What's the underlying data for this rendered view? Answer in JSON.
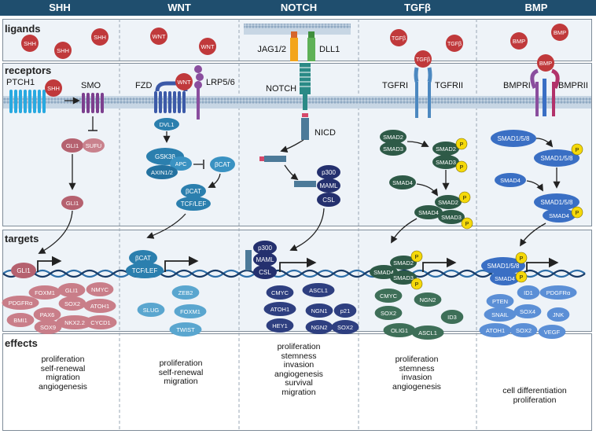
{
  "pathways": [
    "SHH",
    "WNT",
    "NOTCH",
    "TGFβ",
    "BMP"
  ],
  "sections": {
    "ligands": "ligands",
    "receptors": "receptors",
    "targets": "targets",
    "effects": "effects"
  },
  "ligands": {
    "shh": [
      "SHH",
      "SHH",
      "SHH"
    ],
    "wnt": [
      "WNT",
      "WNT"
    ],
    "notch": [
      "JAG1/2",
      "DLL1"
    ],
    "tgfb": [
      "TGFβ",
      "TGFβ"
    ],
    "bmp": [
      "BMP",
      "BMP"
    ]
  },
  "receptors": {
    "shh": {
      "ptch": "PTCH1",
      "ligand": "SHH",
      "smo": "SMO",
      "gli_a": "GLI1",
      "sufu": "SUFU",
      "gli_b": "GLI1"
    },
    "wnt": {
      "fzd": "FZD",
      "ligand": "WNT",
      "lrp": "LRP5/6",
      "dvl": "DVL1",
      "gsk": "GSK3β",
      "apc": "APC",
      "axin": "AXIN1/2",
      "bcat_free": "βCAT",
      "bcat": "βCAT",
      "tcf": "TCF/LEF"
    },
    "notch": {
      "notch": "NOTCH",
      "nicd": "NICD",
      "p300": "p300",
      "maml": "MAML",
      "csl": "CSL"
    },
    "tgfb": {
      "ligand": "TGFβ",
      "tgfri": "TGFRI",
      "tgfrii": "TGFRII",
      "smad2": "SMAD2",
      "smad3": "SMAD3",
      "smad2p": "SMAD2",
      "smad3p": "SMAD3",
      "smad4": "SMAD4",
      "c_smad4": "SMAD4",
      "c_smad2": "SMAD2",
      "c_smad3": "SMAD3",
      "p": "P"
    },
    "bmp": {
      "ligand": "BMP",
      "bmpri": "BMPRI",
      "bmprii": "BMPRII",
      "smad158": "SMAD1/5/8",
      "smad158p": "SMAD1/5/8",
      "smad4": "SMAD4",
      "c_smad158": "SMAD1/5/8",
      "c_smad4": "SMAD4",
      "p": "P"
    }
  },
  "targets": {
    "shh": {
      "tf": "GLI1",
      "genes": [
        "FOXM1",
        "GLI1",
        "NMYC",
        "PDGFRα",
        "SOX2",
        "PAX6",
        "ATOH1",
        "BMI1",
        "SOX9",
        "NKX2.2",
        "CYCD1"
      ]
    },
    "wnt": {
      "tf": [
        "βCAT",
        "TCF/LEF"
      ],
      "genes": [
        "ZEB2",
        "SLUG",
        "FOXM1",
        "TWIST"
      ]
    },
    "notch": {
      "tf": [
        "p300",
        "MAML",
        "CSL"
      ],
      "genes": [
        "CMYC",
        "ASCL1",
        "ATOH1",
        "NGN1",
        "p21",
        "HEY1",
        "NGN2",
        "SOX2"
      ]
    },
    "tgfb": {
      "tf": [
        "SMAD4",
        "SMAD2",
        "SMAD3"
      ],
      "genes": [
        "CMYC",
        "NGN2",
        "SOX2",
        "ID3",
        "OLIG1",
        "ASCL1"
      ]
    },
    "bmp": {
      "tf": [
        "SMAD1/5/8",
        "SMAD4"
      ],
      "genes": [
        "ID1",
        "PDGFRα",
        "PTEN",
        "SNAIL",
        "SOX4",
        "JNK",
        "ATOH1",
        "SOX2",
        "VEGF"
      ]
    }
  },
  "effects": {
    "shh": "proliferation\nself-renewal\nmigration\nangiogenesis",
    "wnt": "proliferation\nself-renewal\nmigration",
    "notch": "proliferation\nstemness\ninvasion\nangiogenesis\nsurvival\nmigration",
    "tgfb": "proliferation\nstemness\ninvasion\nangiogenesis",
    "bmp": "cell differentiation\nproliferation"
  },
  "colors": {
    "header": "#1f4e6e",
    "ligand_red": "#c0393b",
    "shh_pink": "#b5616f",
    "wnt_blue": "#2b7fae",
    "notch_navy": "#24306e",
    "tgfb_green": "#2e5a47",
    "bmp_blue": "#3a6fc4",
    "phospho": "#f5d90a",
    "membrane": "#9eb6cc",
    "dna_a": "#2d6ea8",
    "dna_b": "#173a66"
  }
}
